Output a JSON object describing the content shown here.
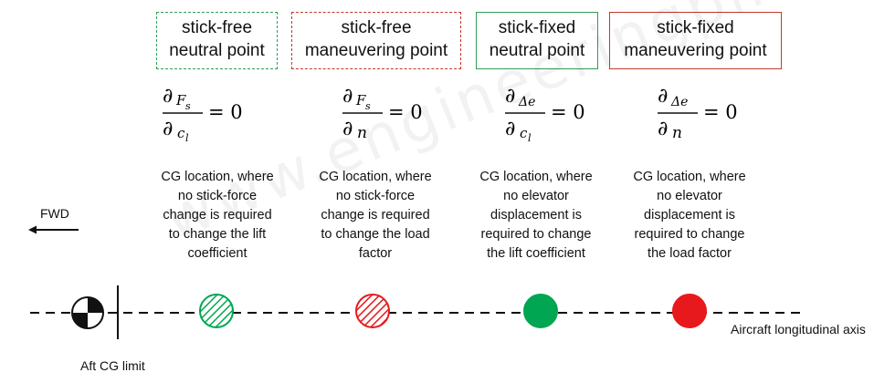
{
  "boxes": [
    {
      "line1": "stick-free",
      "line2": "neutral point"
    },
    {
      "line1": "stick-free",
      "line2": "maneuvering point"
    },
    {
      "line1": "stick-fixed",
      "line2": "neutral point"
    },
    {
      "line1": "stick-fixed",
      "line2": "maneuvering point"
    }
  ],
  "formulas": [
    {
      "num_sym": "∂",
      "num_var": "F",
      "num_sub": "s",
      "den_sym": "∂",
      "den_var": "c",
      "den_sub": "l",
      "rhs": "= 0"
    },
    {
      "num_sym": "∂",
      "num_var": "F",
      "num_sub": "s",
      "den_sym": "∂",
      "den_var": "n",
      "den_sub": "",
      "rhs": "= 0"
    },
    {
      "num_sym": "∂",
      "num_var": "Δe",
      "num_sub": "",
      "den_sym": "∂",
      "den_var": "c",
      "den_sub": "l",
      "rhs": "= 0"
    },
    {
      "num_sym": "∂",
      "num_var": "Δe",
      "num_sub": "",
      "den_sym": "∂",
      "den_var": "n",
      "den_sub": "",
      "rhs": "= 0"
    }
  ],
  "descriptions": [
    [
      "CG location, where",
      "no stick-force",
      "change is required",
      "to change the lift",
      "coefficient"
    ],
    [
      "CG location, where",
      "no stick-force",
      "change is required",
      "to change the load",
      "factor"
    ],
    [
      "CG location, where",
      "no elevator",
      "displacement is",
      "required to change",
      "the lift coefficient"
    ],
    [
      "CG location, where",
      "no elevator",
      "displacement is",
      "required to change",
      "the load factor"
    ]
  ],
  "labels": {
    "fwd": "FWD",
    "aft_cg_limit": "Aft CG limit",
    "axis": "Aircraft longitudinal axis"
  },
  "watermark": "www.engineeringpilot.com",
  "colors": {
    "green": "#00a651",
    "red": "#e8191c",
    "green_border": "#2e9e57",
    "red_border": "#c0392b"
  },
  "markers": [
    {
      "name": "stick-free-neutral-point-marker",
      "fill": "green",
      "hatched": true
    },
    {
      "name": "stick-free-maneuvering-point-marker",
      "fill": "red",
      "hatched": true
    },
    {
      "name": "stick-fixed-neutral-point-marker",
      "fill": "green",
      "hatched": false
    },
    {
      "name": "stick-fixed-maneuvering-point-marker",
      "fill": "red",
      "hatched": false
    }
  ]
}
